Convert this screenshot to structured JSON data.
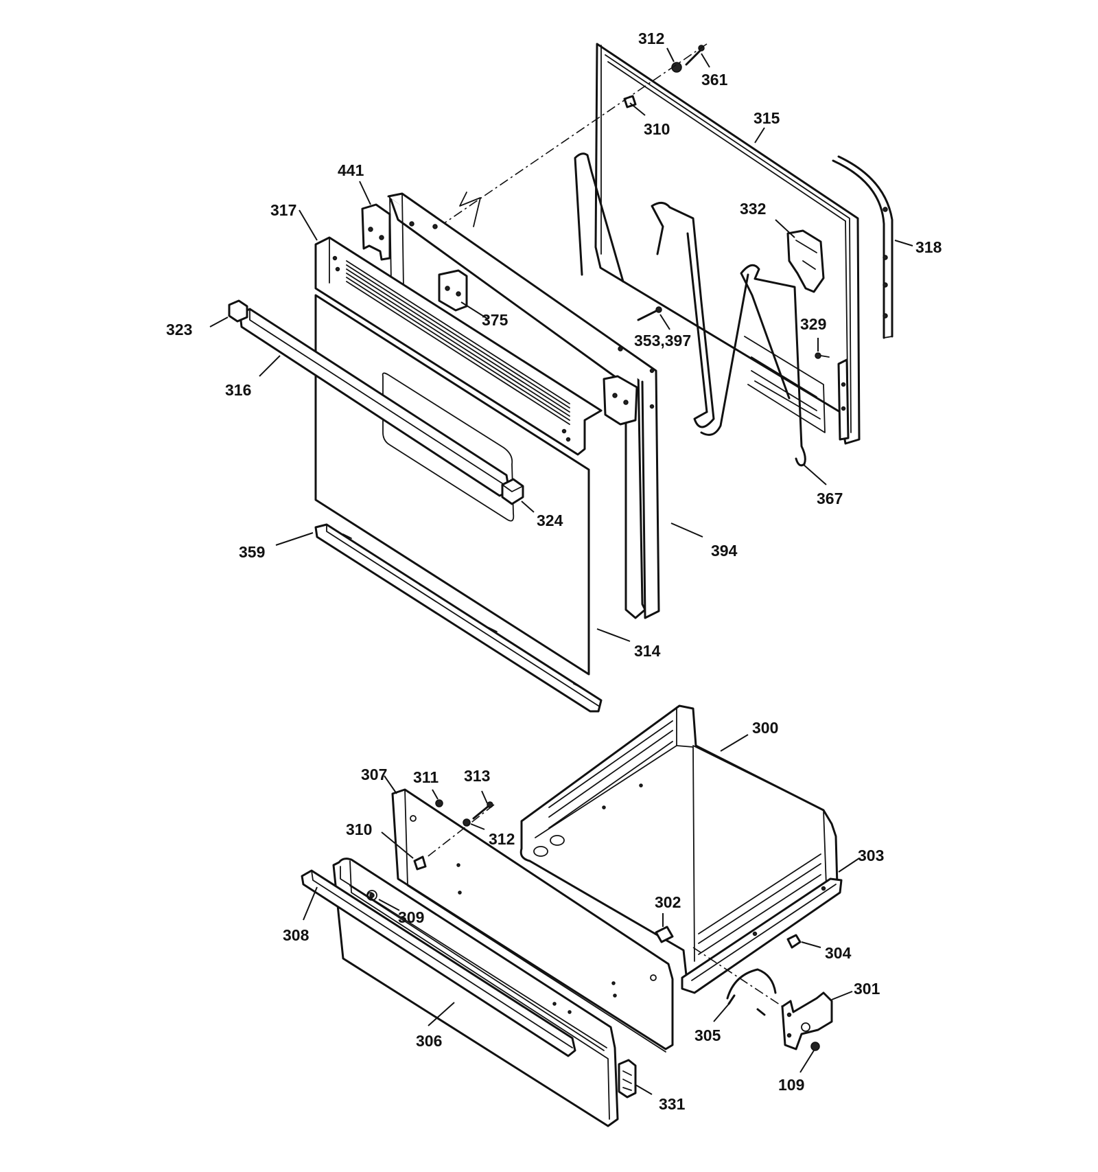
{
  "labels": {
    "p312_top": "312",
    "p361": "361",
    "p310_top": "310",
    "p315": "315",
    "p441": "441",
    "p317": "317",
    "p332": "332",
    "p318": "318",
    "p323": "323",
    "p375": "375",
    "p353_397": "353,397",
    "p329": "329",
    "p316": "316",
    "p324": "324",
    "p367": "367",
    "p359": "359",
    "p394": "394",
    "p314": "314",
    "p300": "300",
    "p307": "307",
    "p311": "311",
    "p313": "313",
    "p310_bottom": "310",
    "p312_bottom": "312",
    "p303": "303",
    "p302": "302",
    "p309": "309",
    "p308": "308",
    "p304": "304",
    "p301": "301",
    "p305": "305",
    "p306": "306",
    "p109": "109",
    "p331": "331"
  }
}
